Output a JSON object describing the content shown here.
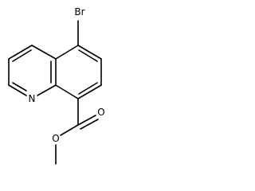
{
  "molecule": {
    "atoms": {
      "bromine": "Br",
      "nitrogen": "N",
      "carbonyl_oxygen": "O",
      "ester_oxygen": "O"
    },
    "line_color": "#000000",
    "background": "#ffffff"
  }
}
